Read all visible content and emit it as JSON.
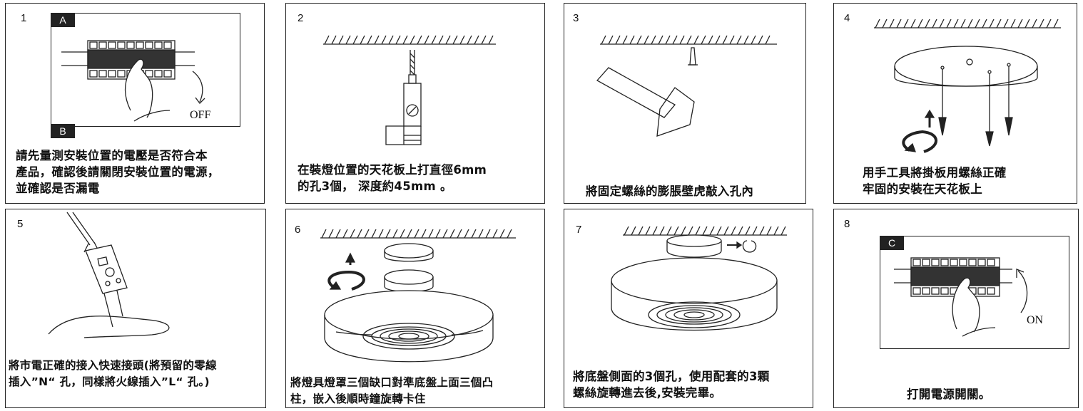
{
  "steps": [
    {
      "num": "1",
      "tag_a": "A",
      "tag_b": "B",
      "switch_label": "OFF",
      "caption": [
        "請先量測安裝位置的電壓是否符合本",
        "產品，確認後請關閉安裝位置的電源，",
        "並確認是否漏電"
      ]
    },
    {
      "num": "2",
      "caption": [
        "在裝燈位置的天花板上打直徑6mm",
        "的孔3個， 深度約45mm 。"
      ]
    },
    {
      "num": "3",
      "caption": [
        "將固定螺絲的膨脹壁虎敲入孔內"
      ]
    },
    {
      "num": "4",
      "caption": [
        "用手工具將掛板用螺絲正確",
        "牢固的安裝在天花板上"
      ]
    },
    {
      "num": "5",
      "caption": [
        "將市電正確的接入快速接頭(將預留的零線",
        "插入”N“ 孔，同樣將火線插入”L“ 孔。)"
      ]
    },
    {
      "num": "6",
      "caption": [
        "將燈具燈罩三個缺口對準底盤上面三個凸",
        "柱，嵌入後順時鐘旋轉卡住"
      ]
    },
    {
      "num": "7",
      "caption": [
        "將底盤側面的3個孔，使用配套的3顆",
        "螺絲旋轉進去後,安裝完畢。"
      ]
    },
    {
      "num": "8",
      "tag_c": "C",
      "switch_label": "ON",
      "caption": [
        "打開電源開關。"
      ]
    }
  ]
}
